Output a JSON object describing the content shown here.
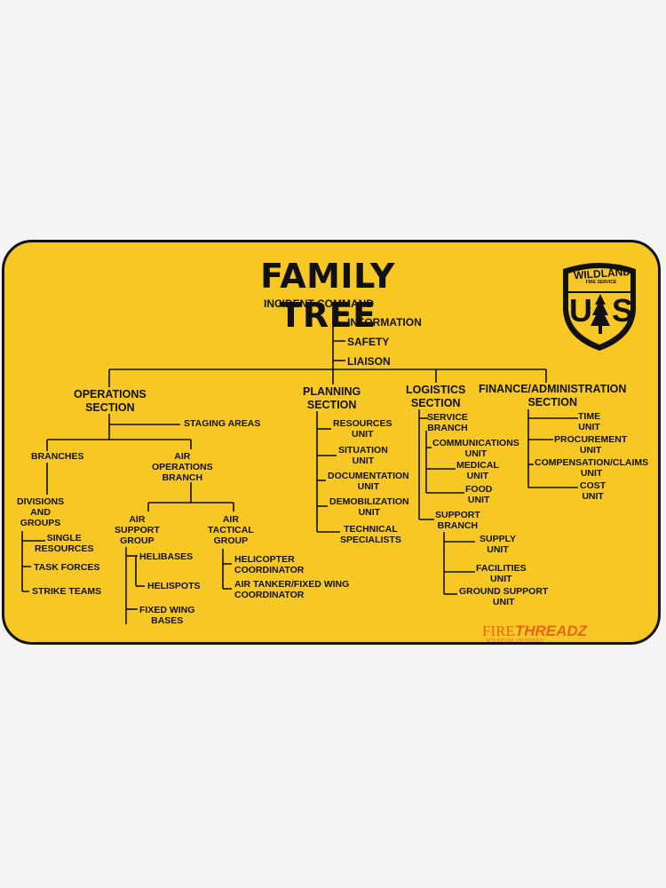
{
  "title": "FAMILY TREE",
  "root": "INCIDENT COMMAND",
  "command_staff": [
    "INFORMATION",
    "SAFETY",
    "LIAISON"
  ],
  "operations": {
    "label": "OPERATIONS\nSECTION",
    "staging": "STAGING AREAS",
    "branches": "BRANCHES",
    "divisions": "DIVISIONS\nAND\nGROUPS",
    "division_items": [
      "SINGLE\nRESOURCES",
      "TASK FORCES",
      "STRIKE TEAMS"
    ],
    "air_ops": "AIR\nOPERATIONS\nBRANCH",
    "air_support": "AIR\nSUPPORT\nGROUP",
    "air_support_items": [
      "HELIBASES",
      "HELISPOTS",
      "FIXED WING\nBASES"
    ],
    "air_tactical": "AIR\nTACTICAL\nGROUP",
    "air_tactical_items": [
      "HELICOPTER\nCOORDINATOR",
      "AIR TANKER/FIXED WING\nCOORDINATOR"
    ]
  },
  "planning": {
    "label": "PLANNING\nSECTION",
    "units": [
      "RESOURCES\nUNIT",
      "SITUATION\nUNIT",
      "DOCUMENTATION\nUNIT",
      "DEMOBILIZATION\nUNIT",
      "TECHNICAL\nSPECIALISTS"
    ]
  },
  "logistics": {
    "label": "LOGISTICS\nSECTION",
    "service": "SERVICE\nBRANCH",
    "service_units": [
      "COMMUNICATIONS\nUNIT",
      "MEDICAL\nUNIT",
      "FOOD\nUNIT"
    ],
    "support": "SUPPORT\nBRANCH",
    "support_units": [
      "SUPPLY\nUNIT",
      "FACILITIES\nUNIT",
      "GROUND SUPPORT\nUNIT"
    ]
  },
  "finance": {
    "label": "FINANCE/ADMINISTRATION\nSECTION",
    "units": [
      "TIME\nUNIT",
      "PROCUREMENT\nUNIT",
      "COMPENSATION/CLAIMS\nUNIT",
      "COST\nUNIT"
    ]
  },
  "logo": {
    "top": "WILDLAND",
    "sub": "FIRE SERVICE",
    "left": "U",
    "right": "S",
    "icon": "tree-icon"
  },
  "brand": {
    "fire": "FIRE",
    "threadz": "THREADZ",
    "tagline": "WILDFIRE INSPIRED"
  },
  "colors": {
    "background": "#f7c823",
    "ink": "#111111",
    "brand": "#e8641a"
  }
}
